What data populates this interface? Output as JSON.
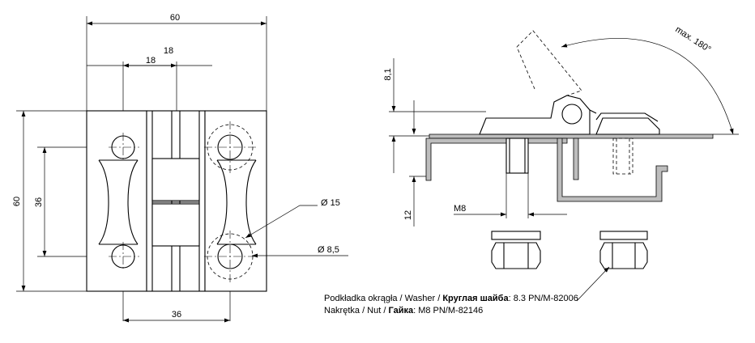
{
  "front_view": {
    "dim_overall_width": "60",
    "dim_hole_offset_upper": "18",
    "dim_hole_offset": "18",
    "dim_overall_height": "60",
    "dim_hole_vertical_spacing": "36",
    "dim_hole_horizontal_spacing": "36",
    "dim_counterbore_diameter": "Ø 15",
    "dim_hole_diameter": "Ø 8,5"
  },
  "side_view": {
    "dim_thickness": "8,1",
    "dim_stud_length": "12",
    "dim_thread": "M8",
    "rotation_label": "max. 180°"
  },
  "notes": {
    "washer_prefix": "Podkładka okrągła / Washer / ",
    "washer_ru": "Круглая шайба",
    "washer_spec": ":  8.3 PN/M-82006",
    "nut_prefix": "Nakrętka / Nut / ",
    "nut_ru": "Гайка",
    "nut_spec": ":   M8 PN/M-82146"
  },
  "colors": {
    "lines": "#000000",
    "section_fill": "#bdbdbd",
    "background": "#ffffff"
  }
}
